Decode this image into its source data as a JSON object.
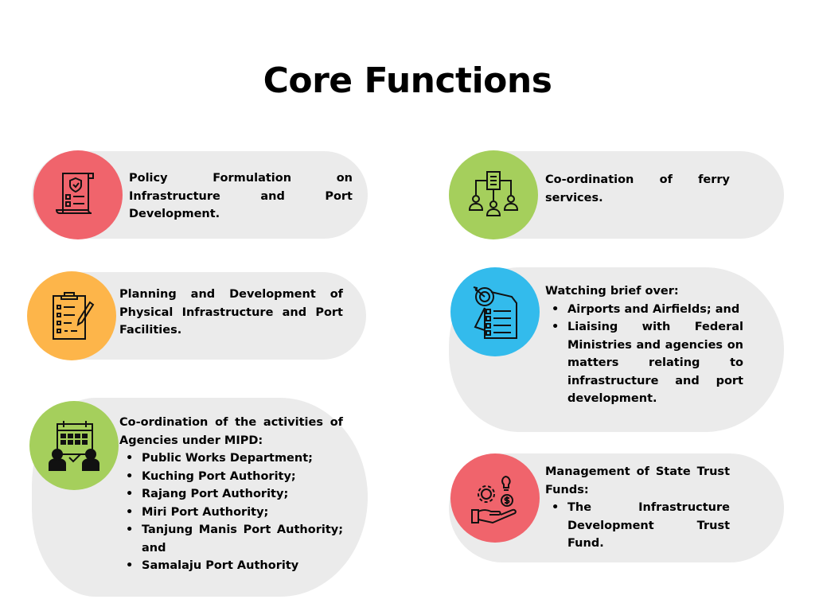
{
  "title": "Core Functions",
  "colors": {
    "red": "#f0646c",
    "orange": "#fdb54a",
    "green": "#a5cf5c",
    "blue": "#33bbec",
    "card": "#ebebeb"
  },
  "functions": [
    {
      "icon": "policy-document-icon",
      "text": "Policy Formulation on Infrastructure and Port Development."
    },
    {
      "icon": "clipboard-checklist-icon",
      "text": "Planning and Development of Physical Infrastructure and Port Facilities."
    },
    {
      "icon": "calendar-team-icon",
      "text": "Co-ordination of the activities of Agencies under MIPD:",
      "items": [
        "Public Works Department;",
        "Kuching Port Authority;",
        "Rajang Port Authority;",
        "Miri Port Authority;",
        "Tanjung Manis Port Authority; and",
        "Samalaju Port Authority"
      ]
    },
    {
      "icon": "org-chart-icon",
      "text": "Co-ordination of ferry services."
    },
    {
      "icon": "target-report-icon",
      "text": "Watching brief over:",
      "items": [
        "Airports and Airfields; and",
        "Liaising with Federal Ministries and agencies on matters relating to infrastructure and port development."
      ]
    },
    {
      "icon": "hand-money-icon",
      "text": "Management of State Trust Funds:",
      "items": [
        "The Infrastructure Development Trust Fund."
      ]
    }
  ]
}
